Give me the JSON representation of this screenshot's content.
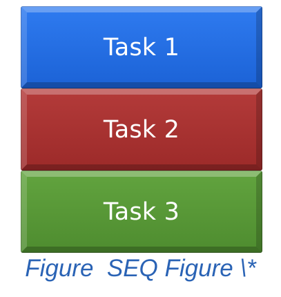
{
  "diagram": {
    "tasks": [
      {
        "label": "Task 1",
        "color": "#1f66de"
      },
      {
        "label": "Task 2",
        "color": "#a83231"
      },
      {
        "label": "Task 3",
        "color": "#589a36"
      }
    ],
    "caption": "Figure  SEQ Figure \\*",
    "caption_color": "#2a63b5"
  }
}
